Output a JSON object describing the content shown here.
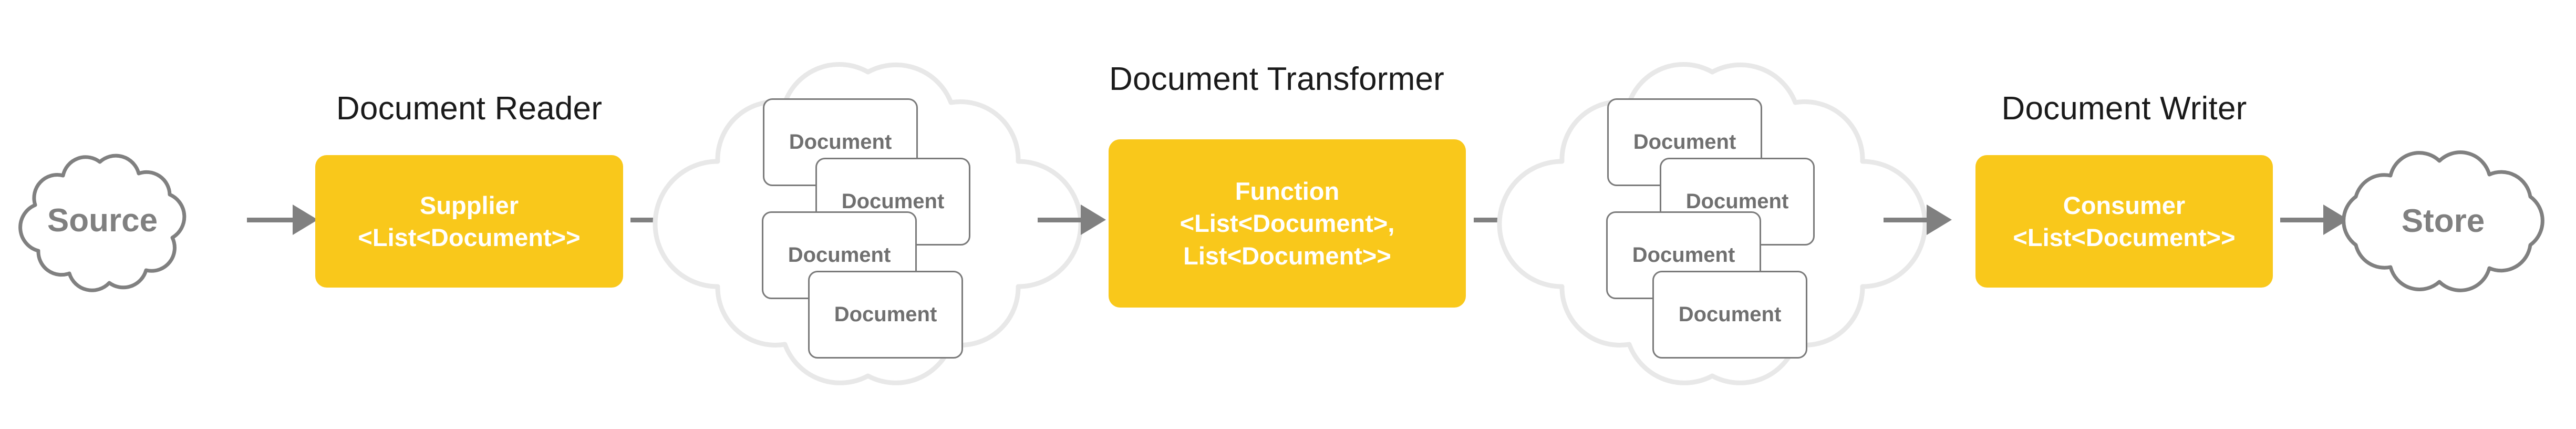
{
  "diagram": {
    "title_font_color": "#1a1a1a",
    "accent_color": "#F9C81B",
    "stroke_color": "#808080",
    "light_cloud_color": "#E8E8E8",
    "card_border_color": "#7a7a7a",
    "card_text_color": "#707070",
    "box_text_color": "#ffffff",
    "background": "#ffffff"
  },
  "stages": {
    "reader": {
      "title": "Document Reader",
      "box_label": "Supplier\n<List<Document>>"
    },
    "transformer": {
      "title": "Document Transformer",
      "box_label": "Function\n<List<Document>,\nList<Document>>"
    },
    "writer": {
      "title": "Document Writer",
      "box_label": "Consumer\n<List<Document>>"
    }
  },
  "clouds": {
    "source": {
      "label": "Source"
    },
    "store": {
      "label": "Store"
    },
    "docs_left": {
      "cards": [
        {
          "label": "Document"
        },
        {
          "label": "Document"
        },
        {
          "label": "Document"
        },
        {
          "label": "Document"
        }
      ]
    },
    "docs_right": {
      "cards": [
        {
          "label": "Document"
        },
        {
          "label": "Document"
        },
        {
          "label": "Document"
        },
        {
          "label": "Document"
        }
      ]
    }
  },
  "arrows": [
    {
      "name": "source-to-supplier"
    },
    {
      "name": "supplier-to-docs-left"
    },
    {
      "name": "docs-left-to-function"
    },
    {
      "name": "function-to-docs-right"
    },
    {
      "name": "docs-right-to-consumer"
    },
    {
      "name": "consumer-to-store"
    }
  ]
}
